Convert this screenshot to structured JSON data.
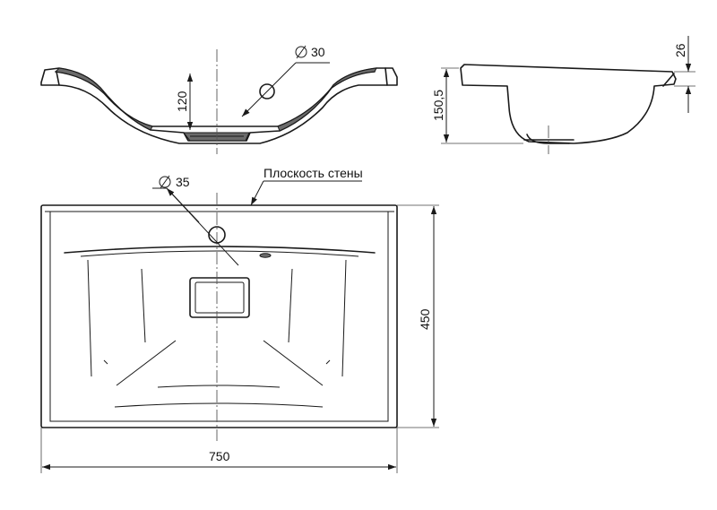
{
  "labels": {
    "hole_top_diameter": "30",
    "bowl_depth": "120",
    "rim_thickness": "26",
    "side_height": "150,5",
    "hole_plan_diameter": "35",
    "wall_plane": "Плоскость стены",
    "plan_depth": "450",
    "plan_width": "750"
  },
  "symbols": {
    "diameter": "diameter-symbol"
  },
  "colors": {
    "line": "#1a1a1a",
    "section_fill": "#6b6b6b",
    "background": "#ffffff"
  }
}
